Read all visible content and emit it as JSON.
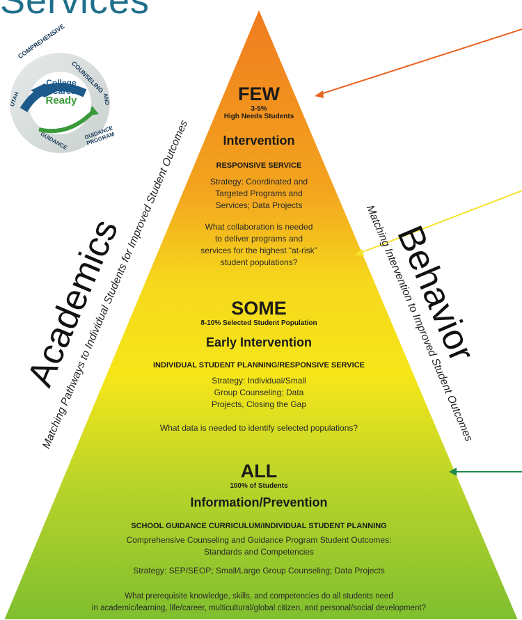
{
  "header": {
    "title_partial": "Services"
  },
  "logo": {
    "ring_text_top": "COMPREHENSIVE",
    "ring_text_counseling": "COUNSELING",
    "ring_text_and": "AND",
    "ring_text_program": "GUIDANCE PROGRAM",
    "ring_text_guidance": "GUIDANCE",
    "ring_text_state": "UTAH",
    "line1": "College",
    "line2": "& Career",
    "line3": "Ready"
  },
  "colors": {
    "top": "#f07b1f",
    "middle": "#f6e619",
    "bottom": "#7fbf2f",
    "arrow_orange": "#e8641e",
    "arrow_yellow": "#f4e32a",
    "arrow_green": "#1f8a4a"
  },
  "tiers": {
    "few": {
      "title": "FEW",
      "pct": "3-5%",
      "group": "High Needs Students",
      "heading": "Intervention",
      "service": "RESPONSIVE SERVICE",
      "strategy_lines": [
        "Strategy: Coordinated and",
        "Targeted Programs and",
        "Services; Data Projects"
      ],
      "question_lines": [
        "What collaboration is needed",
        "to deliver programs and",
        "services for the highest “at-risk”",
        "student populations?"
      ]
    },
    "some": {
      "title": "SOME",
      "pct": "8-10% Selected Student Population",
      "heading": "Early Intervention",
      "service": "INDIVIDUAL STUDENT PLANNING/RESPONSIVE SERVICE",
      "strategy_lines": [
        "Strategy: Individual/Small",
        "Group Counseling; Data",
        "Projects, Closing the Gap"
      ],
      "question": "What data is needed to identify selected populations?"
    },
    "all": {
      "title": "ALL",
      "pct": "100% of Students",
      "heading": "Information/Prevention",
      "service": "SCHOOL GUIDANCE CURRICULUM/INDIVIDUAL STUDENT PLANNING",
      "outcomes_lines": [
        "Comprehensive Counseling and Guidance Program Student Outcomes:",
        "Standards and Competencies"
      ],
      "strategy": "Strategy: SEP/SEOP; Small/Large Group Counseling; Data Projects",
      "question_lines": [
        "What prerequisite knowledge, skills, and competencies do all students need",
        "in academic/learning, life/career, multicultural/global citizen, and personal/social development?"
      ]
    }
  },
  "sides": {
    "left_big": "Academics",
    "left_small": "Matching Pathways to Individual Students for Improved Student Outcomes",
    "right_big": "Behavior",
    "right_small": "Matching Intervention to Improved Student Outcomes"
  }
}
